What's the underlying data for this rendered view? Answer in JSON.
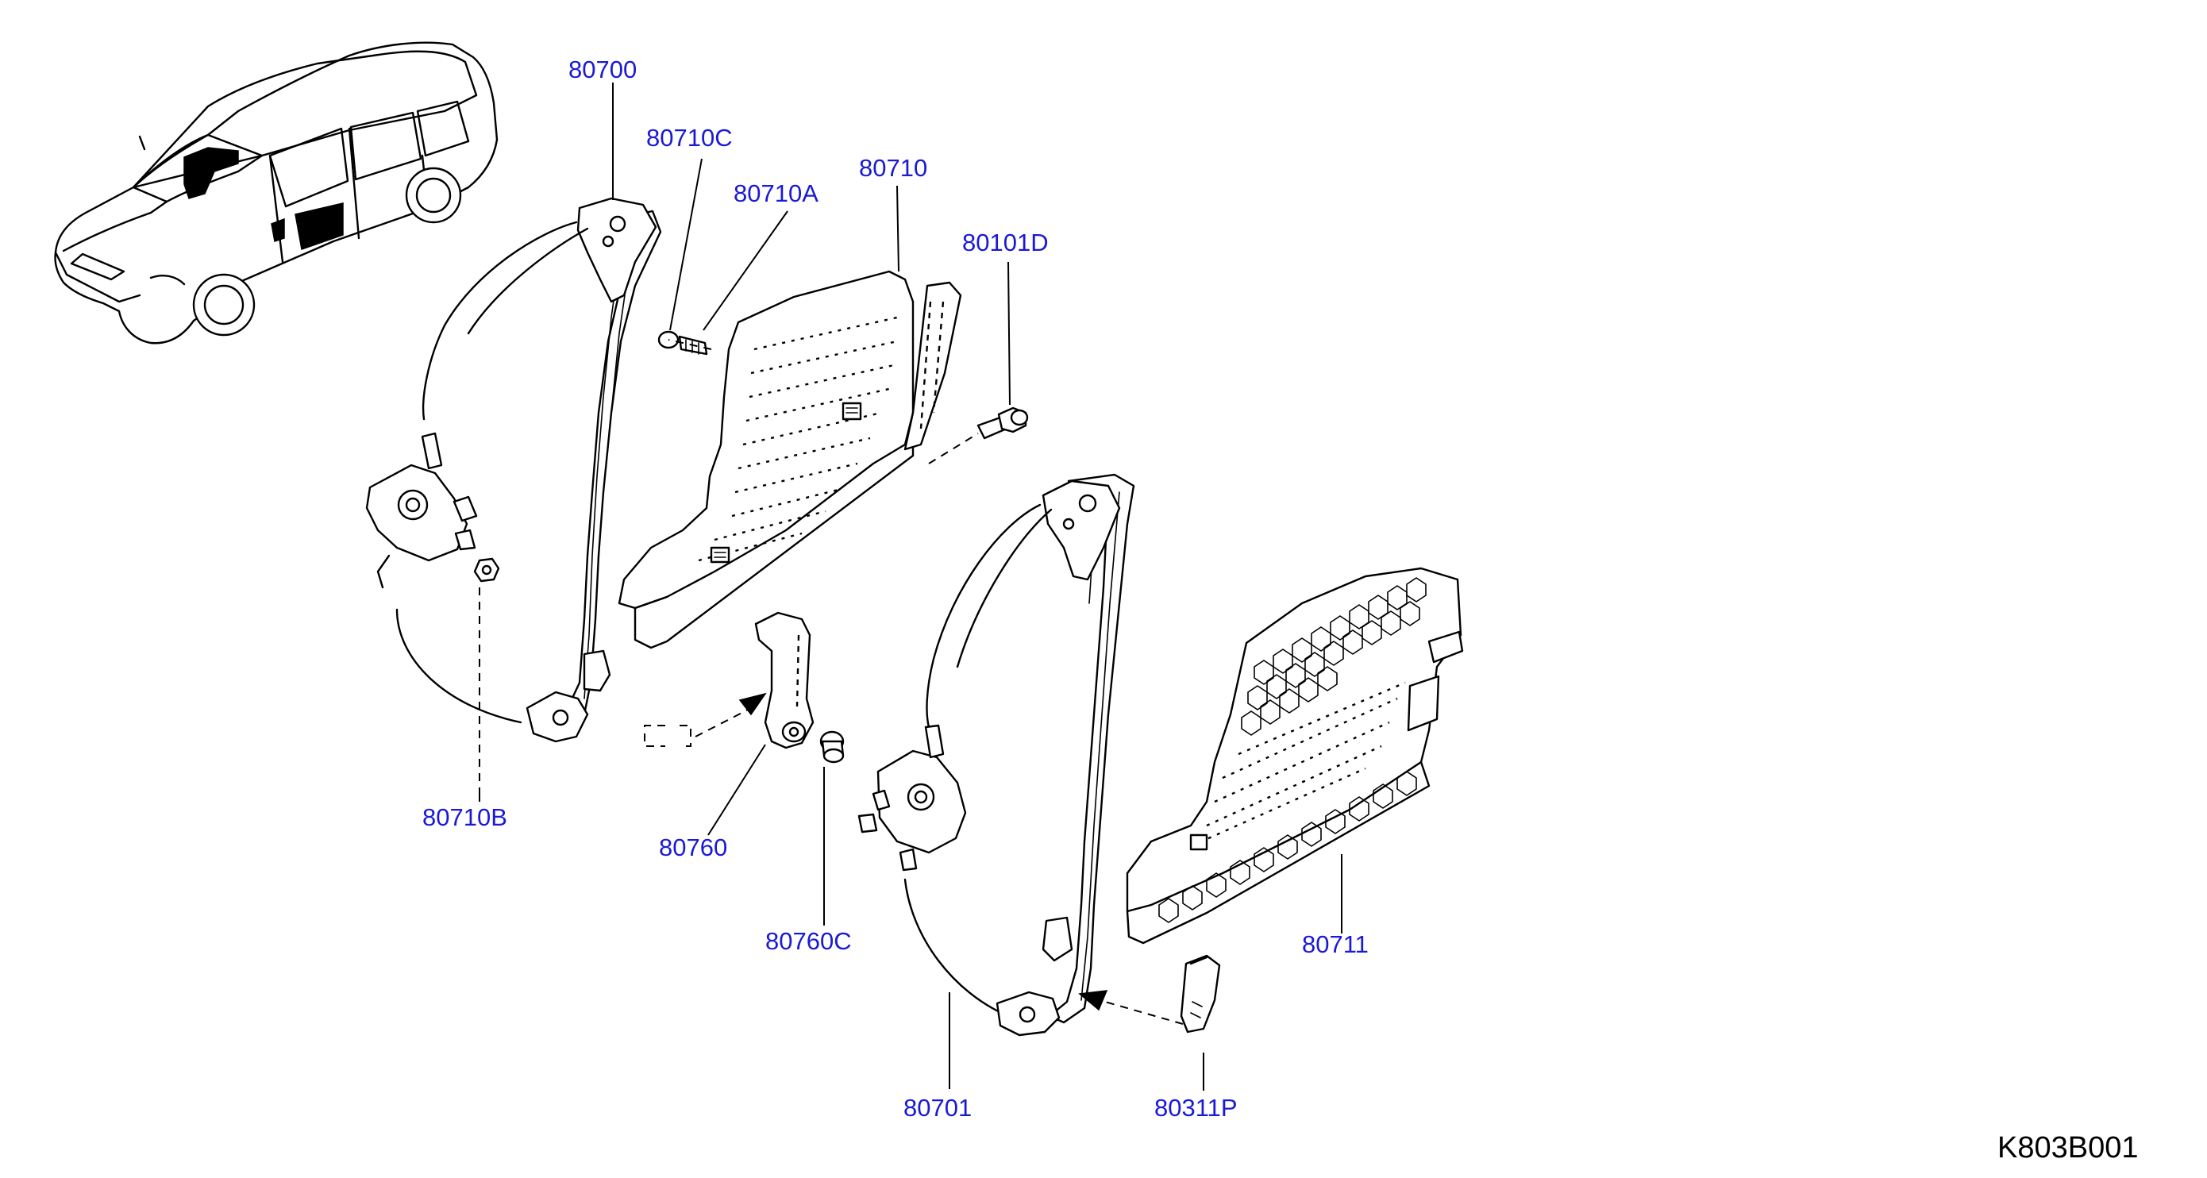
{
  "diagram_code": "K803B001",
  "labels": {
    "p80700": "80700",
    "p80710C": "80710C",
    "p80710A": "80710A",
    "p80710": "80710",
    "p80101D": "80101D",
    "p80710B": "80710B",
    "p80760": "80760",
    "p80760C": "80760C",
    "p80711": "80711",
    "p80701": "80701",
    "p80311P": "80311P"
  },
  "colors": {
    "label_text": "#1a1ad6",
    "line_art": "#000000",
    "background": "#ffffff"
  }
}
